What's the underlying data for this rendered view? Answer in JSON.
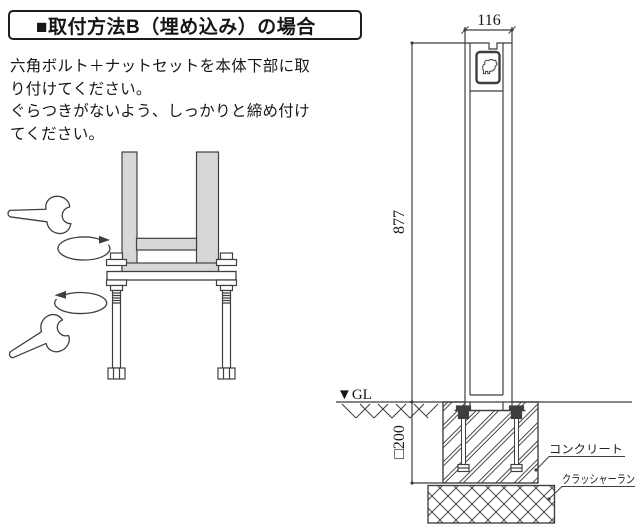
{
  "title": "■取付方法B（埋め込み）の場合",
  "instructions": [
    "六角ボルト＋ナットセットを本体下部に取",
    "り付けてください。",
    "ぐらつきがないよう、しっかりと締め付け",
    "てください。"
  ],
  "dimensions": {
    "width": "116",
    "height": "877",
    "foundation": "□200"
  },
  "labels": {
    "gl": "▼GL",
    "concrete": "コンクリート",
    "crusher_run": "クラッシャーラン"
  },
  "icons": {
    "emblem": "dog-icon",
    "tool": "wrench-icon",
    "rotation": "rotation-arrow"
  },
  "colors": {
    "line": "#3f3f3f",
    "post_fill": "#d7d7d7",
    "background": "#ffffff",
    "text": "#161616"
  }
}
